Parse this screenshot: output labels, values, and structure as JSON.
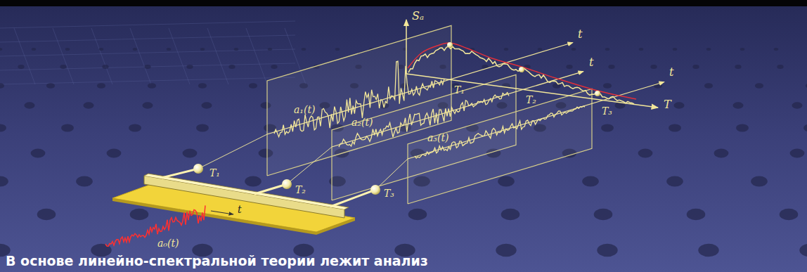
{
  "diagram": {
    "caption": "В основе линейно-спектральной теории лежит анализ",
    "labels": [
      "Sₐ",
      "a₁(t)",
      "t",
      "a₂(t)",
      "t",
      "a₃(t)",
      "t",
      "T₁",
      "T₂",
      "T₃",
      "T",
      "T₁",
      "T₂",
      "T₃",
      "t",
      "a₀(t)"
    ]
  }
}
